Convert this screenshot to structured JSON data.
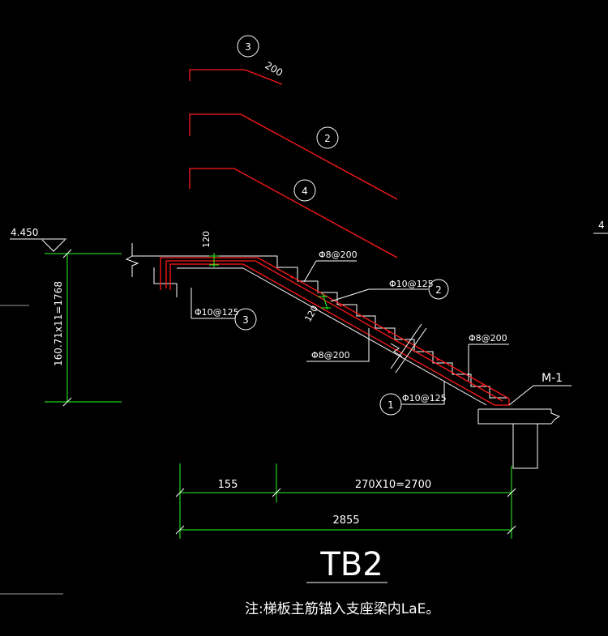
{
  "elevation": {
    "value": "4.450",
    "right_edge": "4"
  },
  "height_dimension": "160.71x11=1768",
  "slab_thickness": {
    "top": "120",
    "mid": "120"
  },
  "rebar_callouts": {
    "c1": "Φ8@200",
    "c2": "Φ10@125",
    "c3": "Φ10@125",
    "c4": "Φ8@200",
    "c5": "Φ8@200",
    "c6": "Φ10@125"
  },
  "bubbles": {
    "b3_top": "3",
    "b2": "2",
    "b4": "4",
    "b2_right": "2",
    "b3_left": "3",
    "b1": "1"
  },
  "hook_length": "200",
  "beam_label": "M-1",
  "horizontal_dims": {
    "d155": "155",
    "d2700": "270X10=2700",
    "total": "2855"
  },
  "title": "TB2",
  "note": "注:梯板主筋锚入支座梁内LaE。"
}
